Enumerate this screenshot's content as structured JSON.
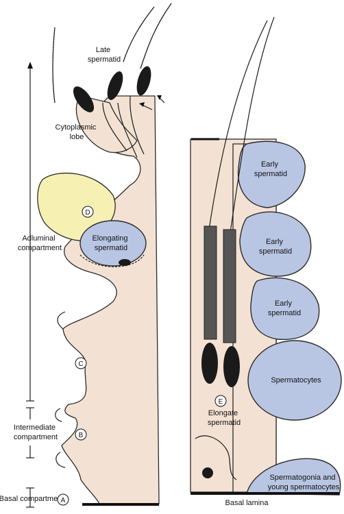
{
  "labels": {
    "late_spermatid": [
      "Late",
      "spermatid"
    ],
    "cytoplasmic_lobe": [
      "Cytoplasmic",
      "lobe"
    ],
    "elongating_spermatid": [
      "Elongating",
      "spermatid"
    ],
    "early_spermatid_1": [
      "Early",
      "spermatid"
    ],
    "early_spermatid_2": [
      "Early",
      "spermatid"
    ],
    "early_spermatid_3": [
      "Early",
      "spermatid"
    ],
    "spermatocytes": "Spermatocytes",
    "elongate_spermatid": [
      "Elongate",
      "spermatid"
    ],
    "spermatogonia": [
      "Spermatogonia and",
      "young spermatocytes"
    ],
    "basal_lamina": "Basal lamina",
    "adluminal": [
      "Adluminal",
      "compartment"
    ],
    "intermediate": [
      "Intermediate",
      "compartment"
    ],
    "basal": "Basal compartment"
  },
  "markers": {
    "A": "A",
    "B": "B",
    "C": "C",
    "D": "D",
    "E": "E"
  }
}
